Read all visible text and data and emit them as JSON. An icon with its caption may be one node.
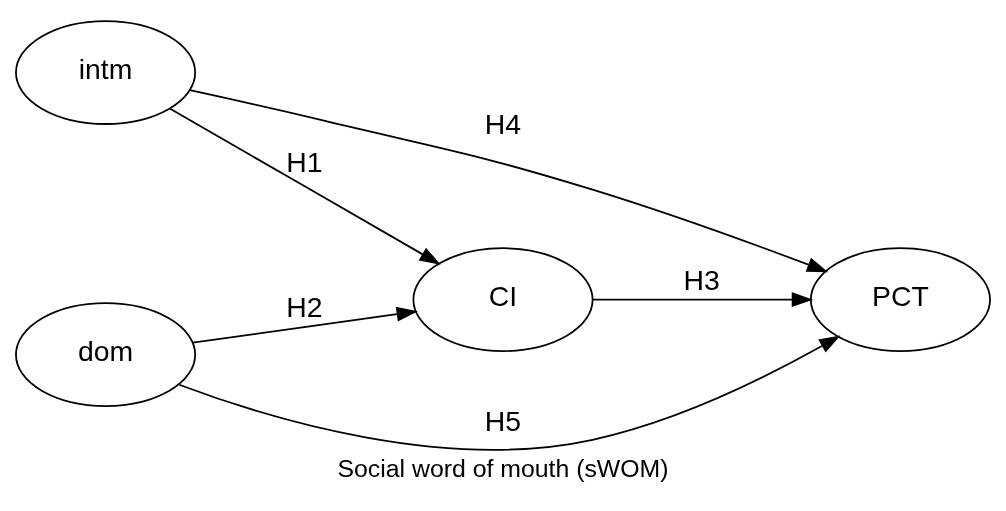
{
  "diagram": {
    "caption": "Social word of mouth (sWOM)",
    "nodes": [
      {
        "text": [
          "intm"
        ]
      },
      {
        "text": [
          "dom"
        ]
      },
      {
        "text": [
          "CI"
        ]
      },
      {
        "text": [
          "PCT"
        ]
      }
    ],
    "edges": [
      {
        "from": 0,
        "to": 2,
        "arrow": "to",
        "label": "H1"
      },
      {
        "from": 1,
        "to": 2,
        "arrow": "to",
        "label": "H2"
      },
      {
        "from": 2,
        "to": 3,
        "arrow": "to",
        "label": "H3"
      },
      {
        "from": 0,
        "to": 3,
        "arrow": "to",
        "label": "H4"
      },
      {
        "from": 1,
        "to": 3,
        "arrow": "to",
        "label": "H5"
      }
    ]
  }
}
